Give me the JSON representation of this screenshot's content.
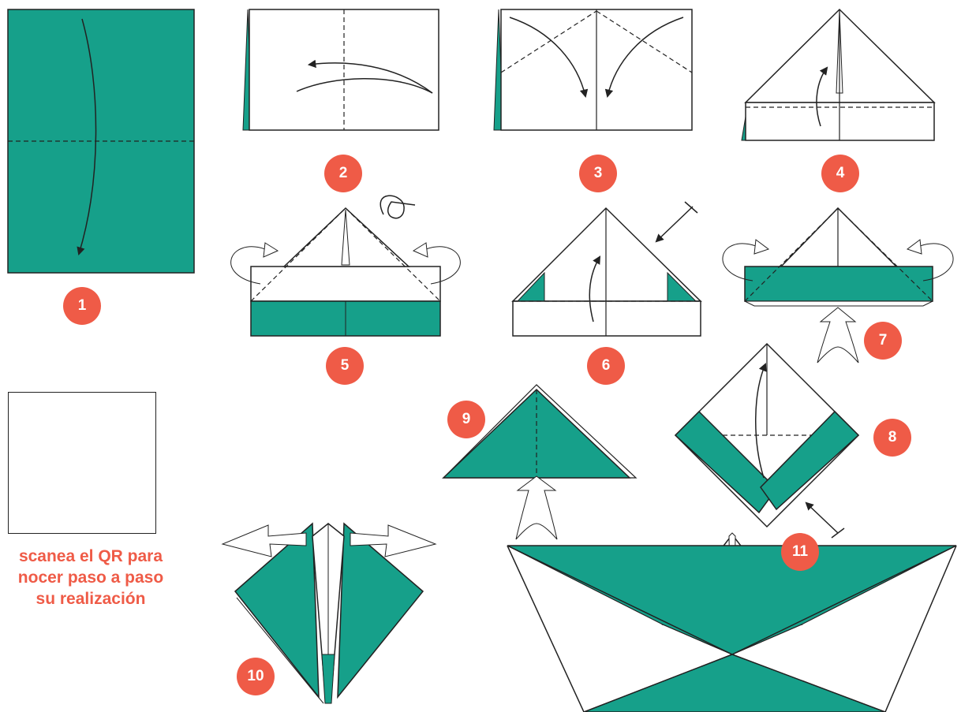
{
  "colors": {
    "paper_green": "#16a08a",
    "badge": "#ef5b47",
    "line": "#222222"
  },
  "steps": [
    {
      "label": "1"
    },
    {
      "label": "2"
    },
    {
      "label": "3"
    },
    {
      "label": "4"
    },
    {
      "label": "5"
    },
    {
      "label": "6"
    },
    {
      "label": "7"
    },
    {
      "label": "8"
    },
    {
      "label": "9"
    },
    {
      "label": "10"
    },
    {
      "label": "11"
    }
  ],
  "qr": {
    "icon": "qr-code-icon",
    "caption_lines": [
      "scanea el QR para",
      "nocer paso a paso",
      "su realización"
    ]
  }
}
